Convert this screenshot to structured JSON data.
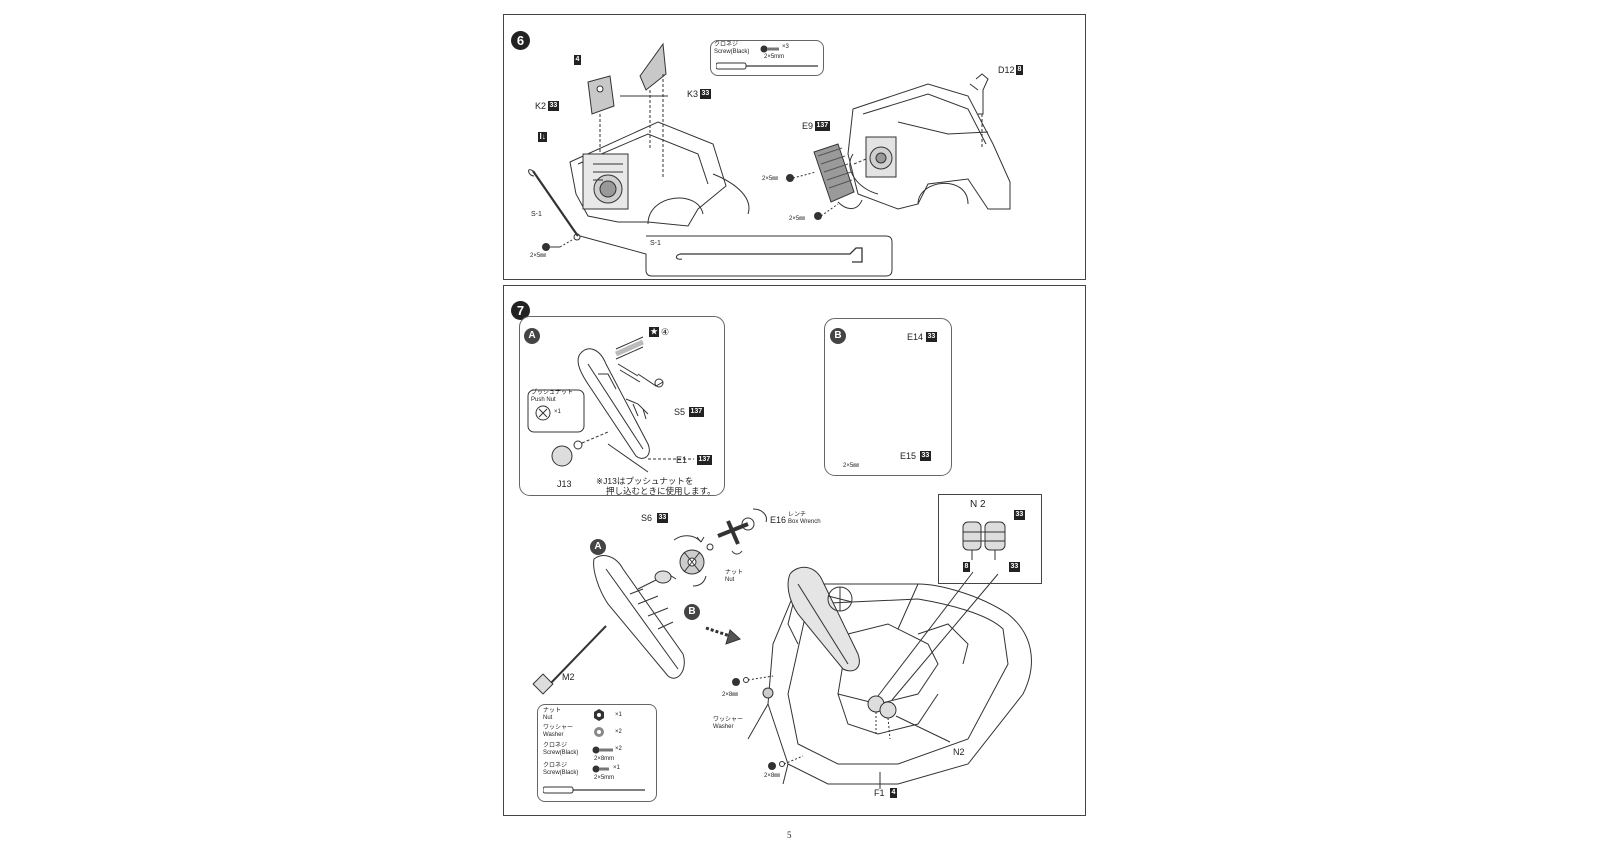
{
  "page": {
    "number": "5"
  },
  "step6": {
    "number": "6",
    "screw_legend": {
      "label_jp": "クロネジ",
      "label_en": "Screw(Black)",
      "qty": "×3",
      "size": "2×5mm"
    },
    "parts": {
      "k2": {
        "label": "K2",
        "num": "33"
      },
      "k3": {
        "label": "K3",
        "num": "33"
      },
      "k_top_num": "4",
      "s1_icon": "I↓",
      "s1_label": "S-1",
      "e9": {
        "label": "E9",
        "num": "137"
      },
      "d12": {
        "label": "D12",
        "num": "8"
      },
      "screw_size": "2×5㎜",
      "detail_label": "S-1"
    }
  },
  "step7": {
    "number": "7",
    "subA": {
      "mark": "A",
      "star_num": "④",
      "pushnut": {
        "label_jp": "プッシュナット",
        "label_en": "Push Nut",
        "qty": "×1"
      },
      "s5": {
        "label": "S5",
        "num": "137"
      },
      "e1": {
        "label": "E1",
        "num": "137"
      },
      "j13": "J13",
      "note_line1": "※J13はプッシュナットを",
      "note_line2": "押し込むときに使用します。"
    },
    "subB": {
      "mark": "B",
      "e14": {
        "label": "E14",
        "num": "33"
      },
      "e15": {
        "label": "E15",
        "num": "33"
      },
      "screw_size": "2×5㎜"
    },
    "main": {
      "s6": {
        "label": "S6",
        "num": "33"
      },
      "e16": {
        "label": "E16",
        "jp": "レンチ",
        "en": "Box Wrench"
      },
      "nut_jp": "ナット",
      "nut_en": "Nut",
      "mark_a": "A",
      "mark_b": "B",
      "m2": "M2",
      "washer_jp": "ワッシャー",
      "washer_en": "Washer",
      "screw_8": "2×8㎜",
      "n2": "N2",
      "f1": {
        "label": "F1",
        "num": "4"
      }
    },
    "n2_detail": {
      "title": "N 2",
      "num_top": "33",
      "num_left": "8",
      "num_right": "33"
    },
    "legend": [
      {
        "jp": "ナット",
        "en": "Nut",
        "qty": "×1",
        "icon": "hex-nut-icon"
      },
      {
        "jp": "ワッシャー",
        "en": "Washer",
        "qty": "×2",
        "icon": "washer-icon"
      },
      {
        "jp": "クロネジ",
        "en": "Screw(Black)",
        "qty": "×2",
        "size": "2×8mm",
        "icon": "screw-icon"
      },
      {
        "jp": "クロネジ",
        "en": "Screw(Black)",
        "qty": "×1",
        "size": "2×5mm",
        "icon": "screw-icon"
      }
    ]
  }
}
